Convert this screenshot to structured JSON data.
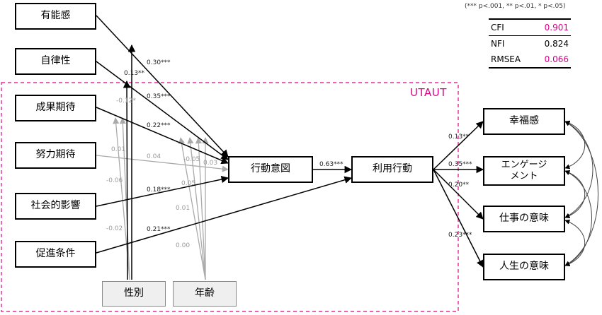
{
  "constructs": {
    "b1": "有能感",
    "b2": "自律性",
    "b3": "成果期待",
    "b4": "努力期待",
    "b5": "社会的影響",
    "b6": "促進条件",
    "gender": "性別",
    "age": "年齢",
    "intention": "行動意図",
    "usage": "利用行動",
    "o1": "幸福感",
    "o2": "エンゲージ\nメント",
    "o3": "仕事の意味",
    "o4": "人生の意味"
  },
  "group_label": "UTAUT",
  "path_labels": {
    "p_b1": "0.30***",
    "p_b2": "0.35***",
    "p_b3": "0.22***",
    "p_b4": "0.04",
    "p_b5": "0.18***",
    "p_b6": "0.21***",
    "p_int_use": "0.63***",
    "p_use_o1": "0.13**",
    "p_use_o2": "0.35***",
    "p_use_o3": "0.20**",
    "p_use_o4": "0.23***",
    "m_g_b1": "0.13**",
    "m_g_b2": "-0.12*",
    "m_g_b3": "0.01",
    "m_g_b4": "-0.06",
    "m_g_b5": "-0.02",
    "m_a_b3": "-0.05",
    "m_a_b3b": "0.03",
    "m_a_b4": "0.05",
    "m_a_b5": "0.01",
    "m_a_b6": "0.00"
  },
  "fit": {
    "note": "(*** p<.001, ** p<.01, * p<.05)",
    "rows": [
      {
        "name": "CFI",
        "value": "0.901",
        "color": "#e0008a"
      },
      {
        "name": "NFI",
        "value": "0.824",
        "color": "#000000"
      },
      {
        "name": "RMSEA",
        "value": "0.066",
        "color": "#e0008a"
      }
    ]
  },
  "colors": {
    "utaut_border": "#e0008a",
    "moderator_path": "#aaaaaa",
    "main_path": "#000000"
  }
}
